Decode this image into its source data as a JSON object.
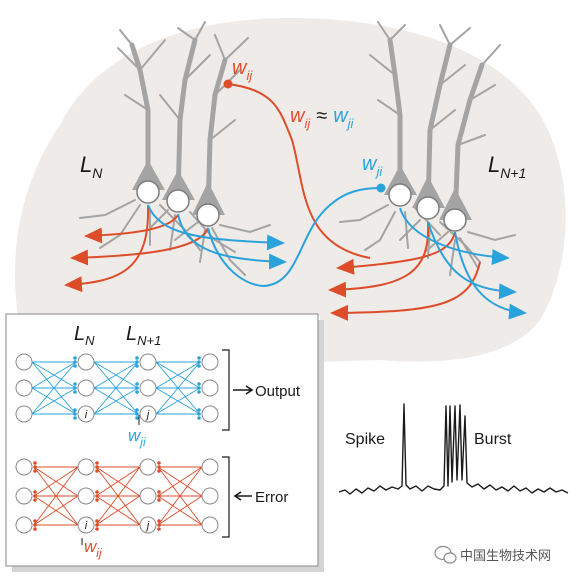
{
  "colors": {
    "forward": "#2aa3dc",
    "backward": "#de4d2a",
    "neuron_gray": "#9c9c9c",
    "cortex_bg": "#efebe8",
    "text": "#1a1a1a"
  },
  "top": {
    "layer_left": {
      "main": "L",
      "sub": "N"
    },
    "layer_right": {
      "main": "L",
      "sub": "N+1"
    },
    "w_top": {
      "main": "w",
      "sub": "ij"
    },
    "w_cyan": {
      "main": "w",
      "sub": "ji"
    },
    "eq_left": {
      "main": "w",
      "sub": "ij"
    },
    "eq_sym": "≈",
    "eq_right": {
      "main": "w",
      "sub": "ji"
    }
  },
  "inset": {
    "layer_n": {
      "main": "L",
      "sub": "N"
    },
    "layer_n1": {
      "main": "L",
      "sub": "N+1"
    },
    "output_label": "Output",
    "error_label": "Error",
    "node_i": "i",
    "node_j": "j",
    "w_ji": {
      "main": "w",
      "sub": "ji"
    },
    "w_ij": {
      "main": "w",
      "sub": "ij"
    }
  },
  "trace": {
    "spike_label": "Spike",
    "burst_label": "Burst"
  },
  "watermark": {
    "text": "中国生物技术网",
    "icon": "wechat-icon"
  }
}
